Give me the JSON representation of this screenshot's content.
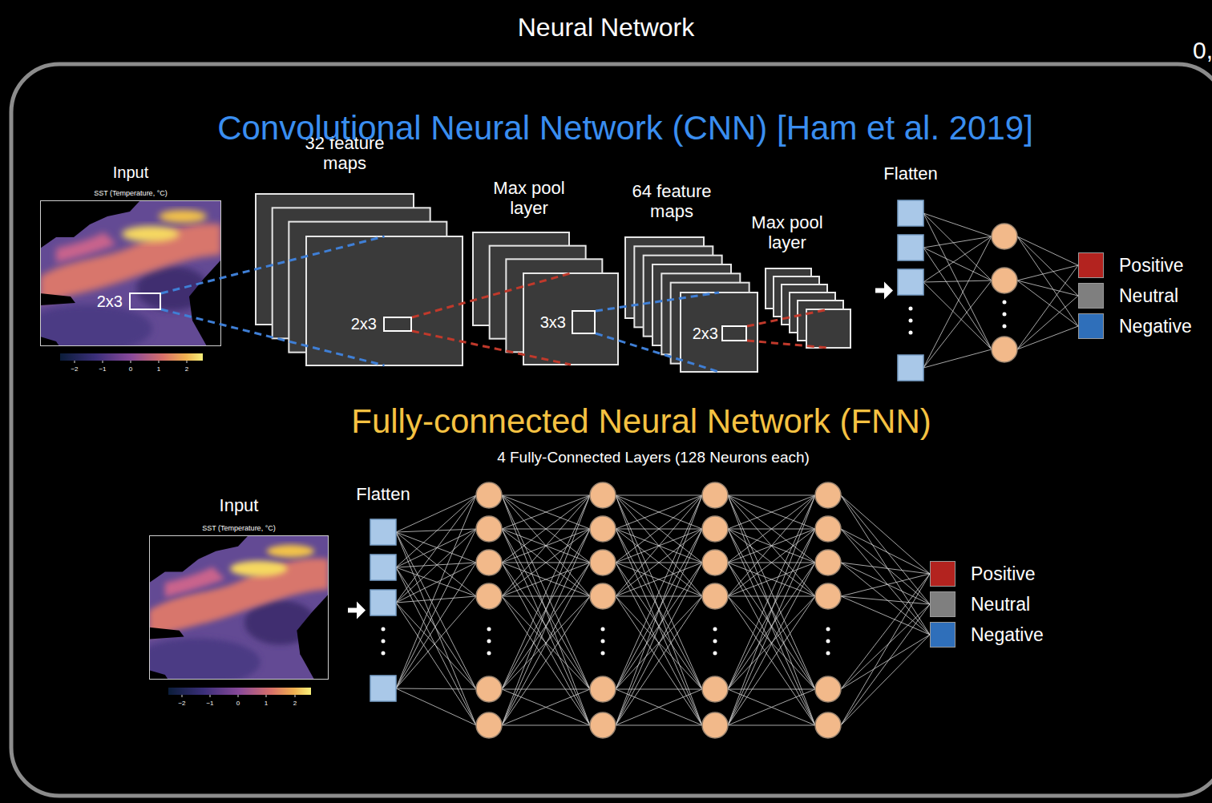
{
  "diagram": {
    "title": "Neural Network",
    "nodes": [
      {
        "text": [
          "Input",
          "SST (Temperature, °C)"
        ]
      },
      {
        "text": [
          "2x3"
        ],
        "in": 0
      },
      {
        "text": [
          "32 feature maps"
        ]
      },
      {
        "text": [
          "2x3"
        ],
        "in": 2
      },
      {
        "text": [
          "Max pool layer"
        ]
      },
      {
        "text": [
          "3x3"
        ],
        "in": 4
      },
      {
        "text": [
          "64 feature maps"
        ]
      },
      {
        "text": [
          "2x3"
        ],
        "in": 6
      },
      {
        "text": [
          "Max pool layer"
        ]
      },
      {
        "text": [
          "Flatten"
        ]
      },
      {
        "text": [
          "Input",
          "SST (Temperature, °C)"
        ]
      },
      {
        "text": [
          "Flatten"
        ]
      }
    ],
    "edges": [
      {
        "from": 1,
        "to": 2,
        "arrow": "none"
      },
      {
        "from": 3,
        "to": 4,
        "arrow": "none"
      },
      {
        "from": 5,
        "to": 6,
        "arrow": "none"
      },
      {
        "from": 7,
        "to": 8,
        "arrow": "none"
      },
      {
        "from": 8,
        "to": 9,
        "arrow": "to"
      },
      {
        "from": 10,
        "to": 11,
        "arrow": "to"
      }
    ],
    "labels": [
      "0,",
      "Convolutional Neural Network (CNN) [Ham et al. 2019]",
      "Fully-connected Neural Network (FNN)",
      "4 Fully-Connected Layers (128 Neurons each)",
      "−2",
      "−1",
      "0",
      "1",
      "2",
      "−2",
      "−1",
      "0",
      "1",
      "2"
    ],
    "legend": [
      {
        "text": "Positive",
        "color": "#b3231f"
      },
      {
        "text": "Neutral",
        "color": "#7f7f7f"
      },
      {
        "text": "Negative",
        "color": "#2f6fba"
      },
      {
        "text": "Positive",
        "color": "#b3231f"
      },
      {
        "text": "Neutral",
        "color": "#7f7f7f"
      },
      {
        "text": "Negative",
        "color": "#2f6fba"
      }
    ]
  }
}
